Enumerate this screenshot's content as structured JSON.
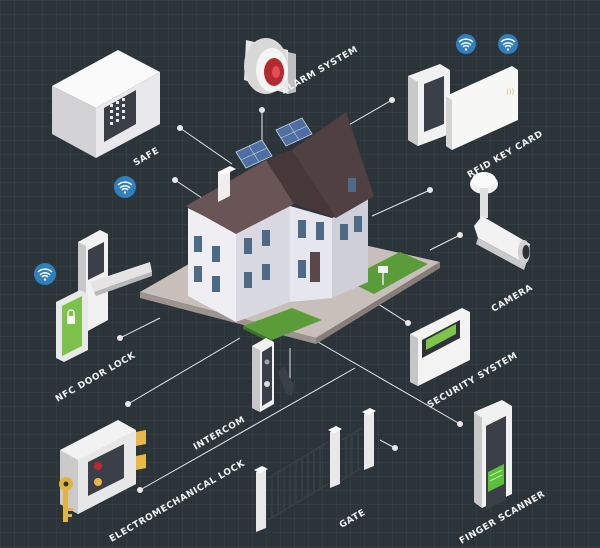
{
  "labels": {
    "alarm_system": "ALARM SYSTEM",
    "safe": "SAFE",
    "rfid_key_card": "RFID KEY CARD",
    "camera": "CAMERA",
    "security_system": "SECURITY SYSTEM",
    "finger_scanner": "FINGER SCANNER",
    "gate": "GATE",
    "electromechanical_lock": "ELECTROMECHANICAL LOCK",
    "intercom": "INTERCOM",
    "nfc_door_lock": "NFC DOOR LOCK"
  },
  "colors": {
    "background": "#2b3539",
    "wifi_badge": "#2f7fc1",
    "accent_red": "#c0272d",
    "accent_green": "#5bbf3a",
    "roof": "#5d4a4b",
    "wall": "#e8e8ee"
  },
  "icons": [
    "wifi-icon",
    "safe-icon",
    "alarm-siren-icon",
    "rfid-card-icon",
    "camera-icon",
    "keypad-icon",
    "fingerprint-icon",
    "gate-icon",
    "lock-icon",
    "key-icon",
    "intercom-icon",
    "smartphone-icon",
    "door-handle-icon",
    "house-icon",
    "solar-panel-icon"
  ]
}
